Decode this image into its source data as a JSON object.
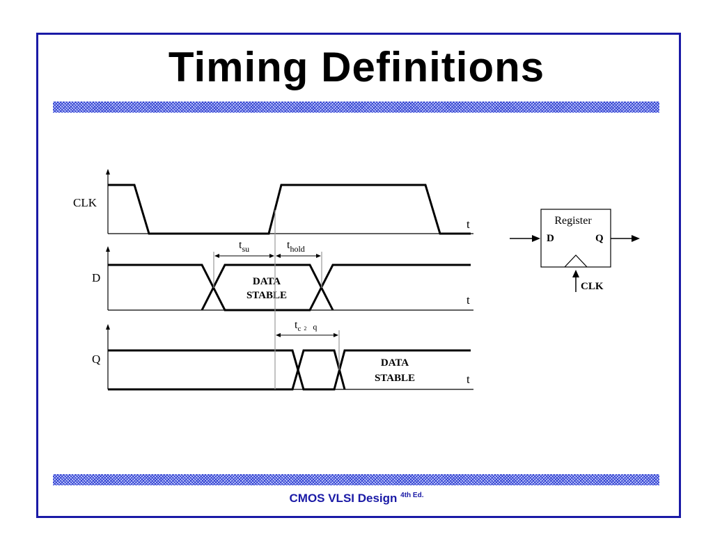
{
  "slide": {
    "title": "Timing Definitions",
    "footer_main": "CMOS VLSI Design",
    "footer_sup": "4th Ed.",
    "accent_color": "#1a1aa6"
  },
  "timing": {
    "clk_label": "CLK",
    "d_label": "D",
    "q_label": "Q",
    "t_axis": "t",
    "tsu_main": "t",
    "tsu_sub": "su",
    "thold_main": "t",
    "thold_sub": "hold",
    "tc2q_main": "t",
    "tc2q_sub": "c",
    "tc2q_sub2": "2",
    "tc2q_sub3": "q",
    "data_stable_1": "DATA",
    "data_stable_2": "STABLE"
  },
  "register": {
    "name": "Register",
    "d_pin": "D",
    "q_pin": "Q",
    "clk_pin": "CLK"
  }
}
